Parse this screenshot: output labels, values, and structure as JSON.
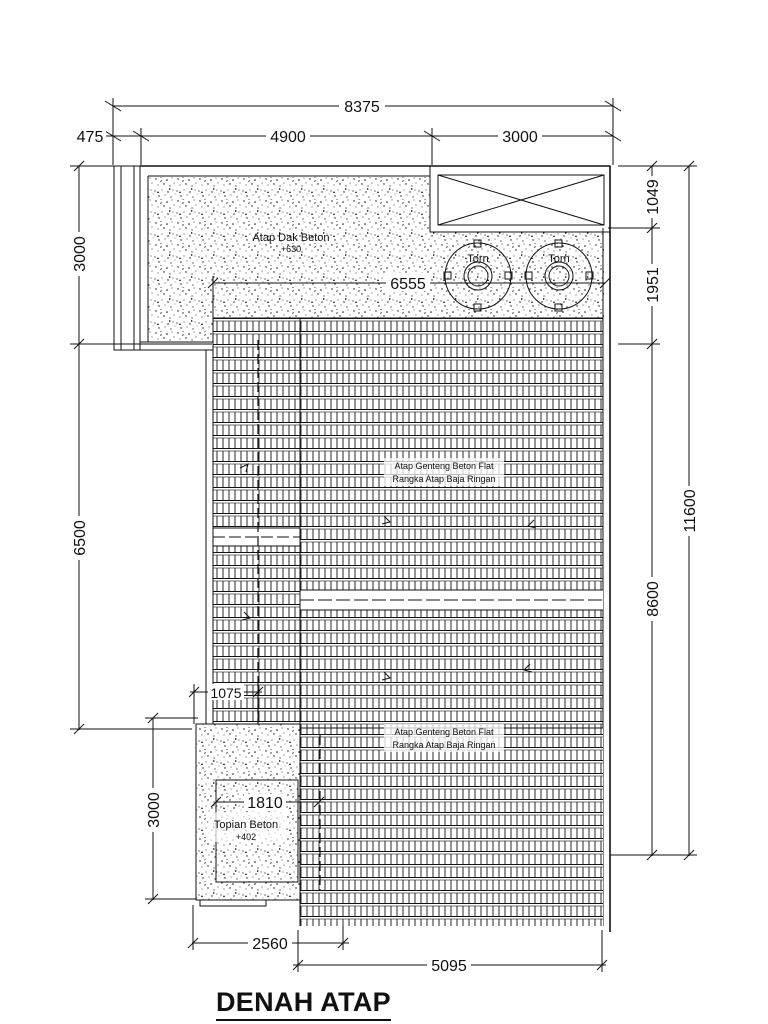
{
  "title": "DENAH ATAP",
  "dimensions": {
    "top_total": "8375",
    "top_left": "475",
    "top_mid": "4900",
    "top_right": "3000",
    "left_upper": "3000",
    "left_mid": "6500",
    "left_lower": "3000",
    "right_a": "1049",
    "right_b": "1951",
    "right_c": "8600",
    "right_total": "11600",
    "inner_6555": "6555",
    "inner_1075": "1075",
    "inner_1810": "1810",
    "bottom_left": "2560",
    "bottom_right": "5095"
  },
  "labels": {
    "dak_name": "Atap Dak Beton",
    "dak_level": "+630",
    "torn_1": "Torn",
    "torn_2": "Torn",
    "roof_1_a": "Atap Genteng Beton Flat",
    "roof_1_b": "Rangka Atap Baja Ringan",
    "roof_2_a": "Atap Genteng Beton Flat",
    "roof_2_b": "Rangka Atap Baja Ringan",
    "topi_name": "Topian Beton",
    "topi_level": "+402"
  },
  "colors": {
    "ink": "#111111",
    "paper": "#ffffff"
  }
}
